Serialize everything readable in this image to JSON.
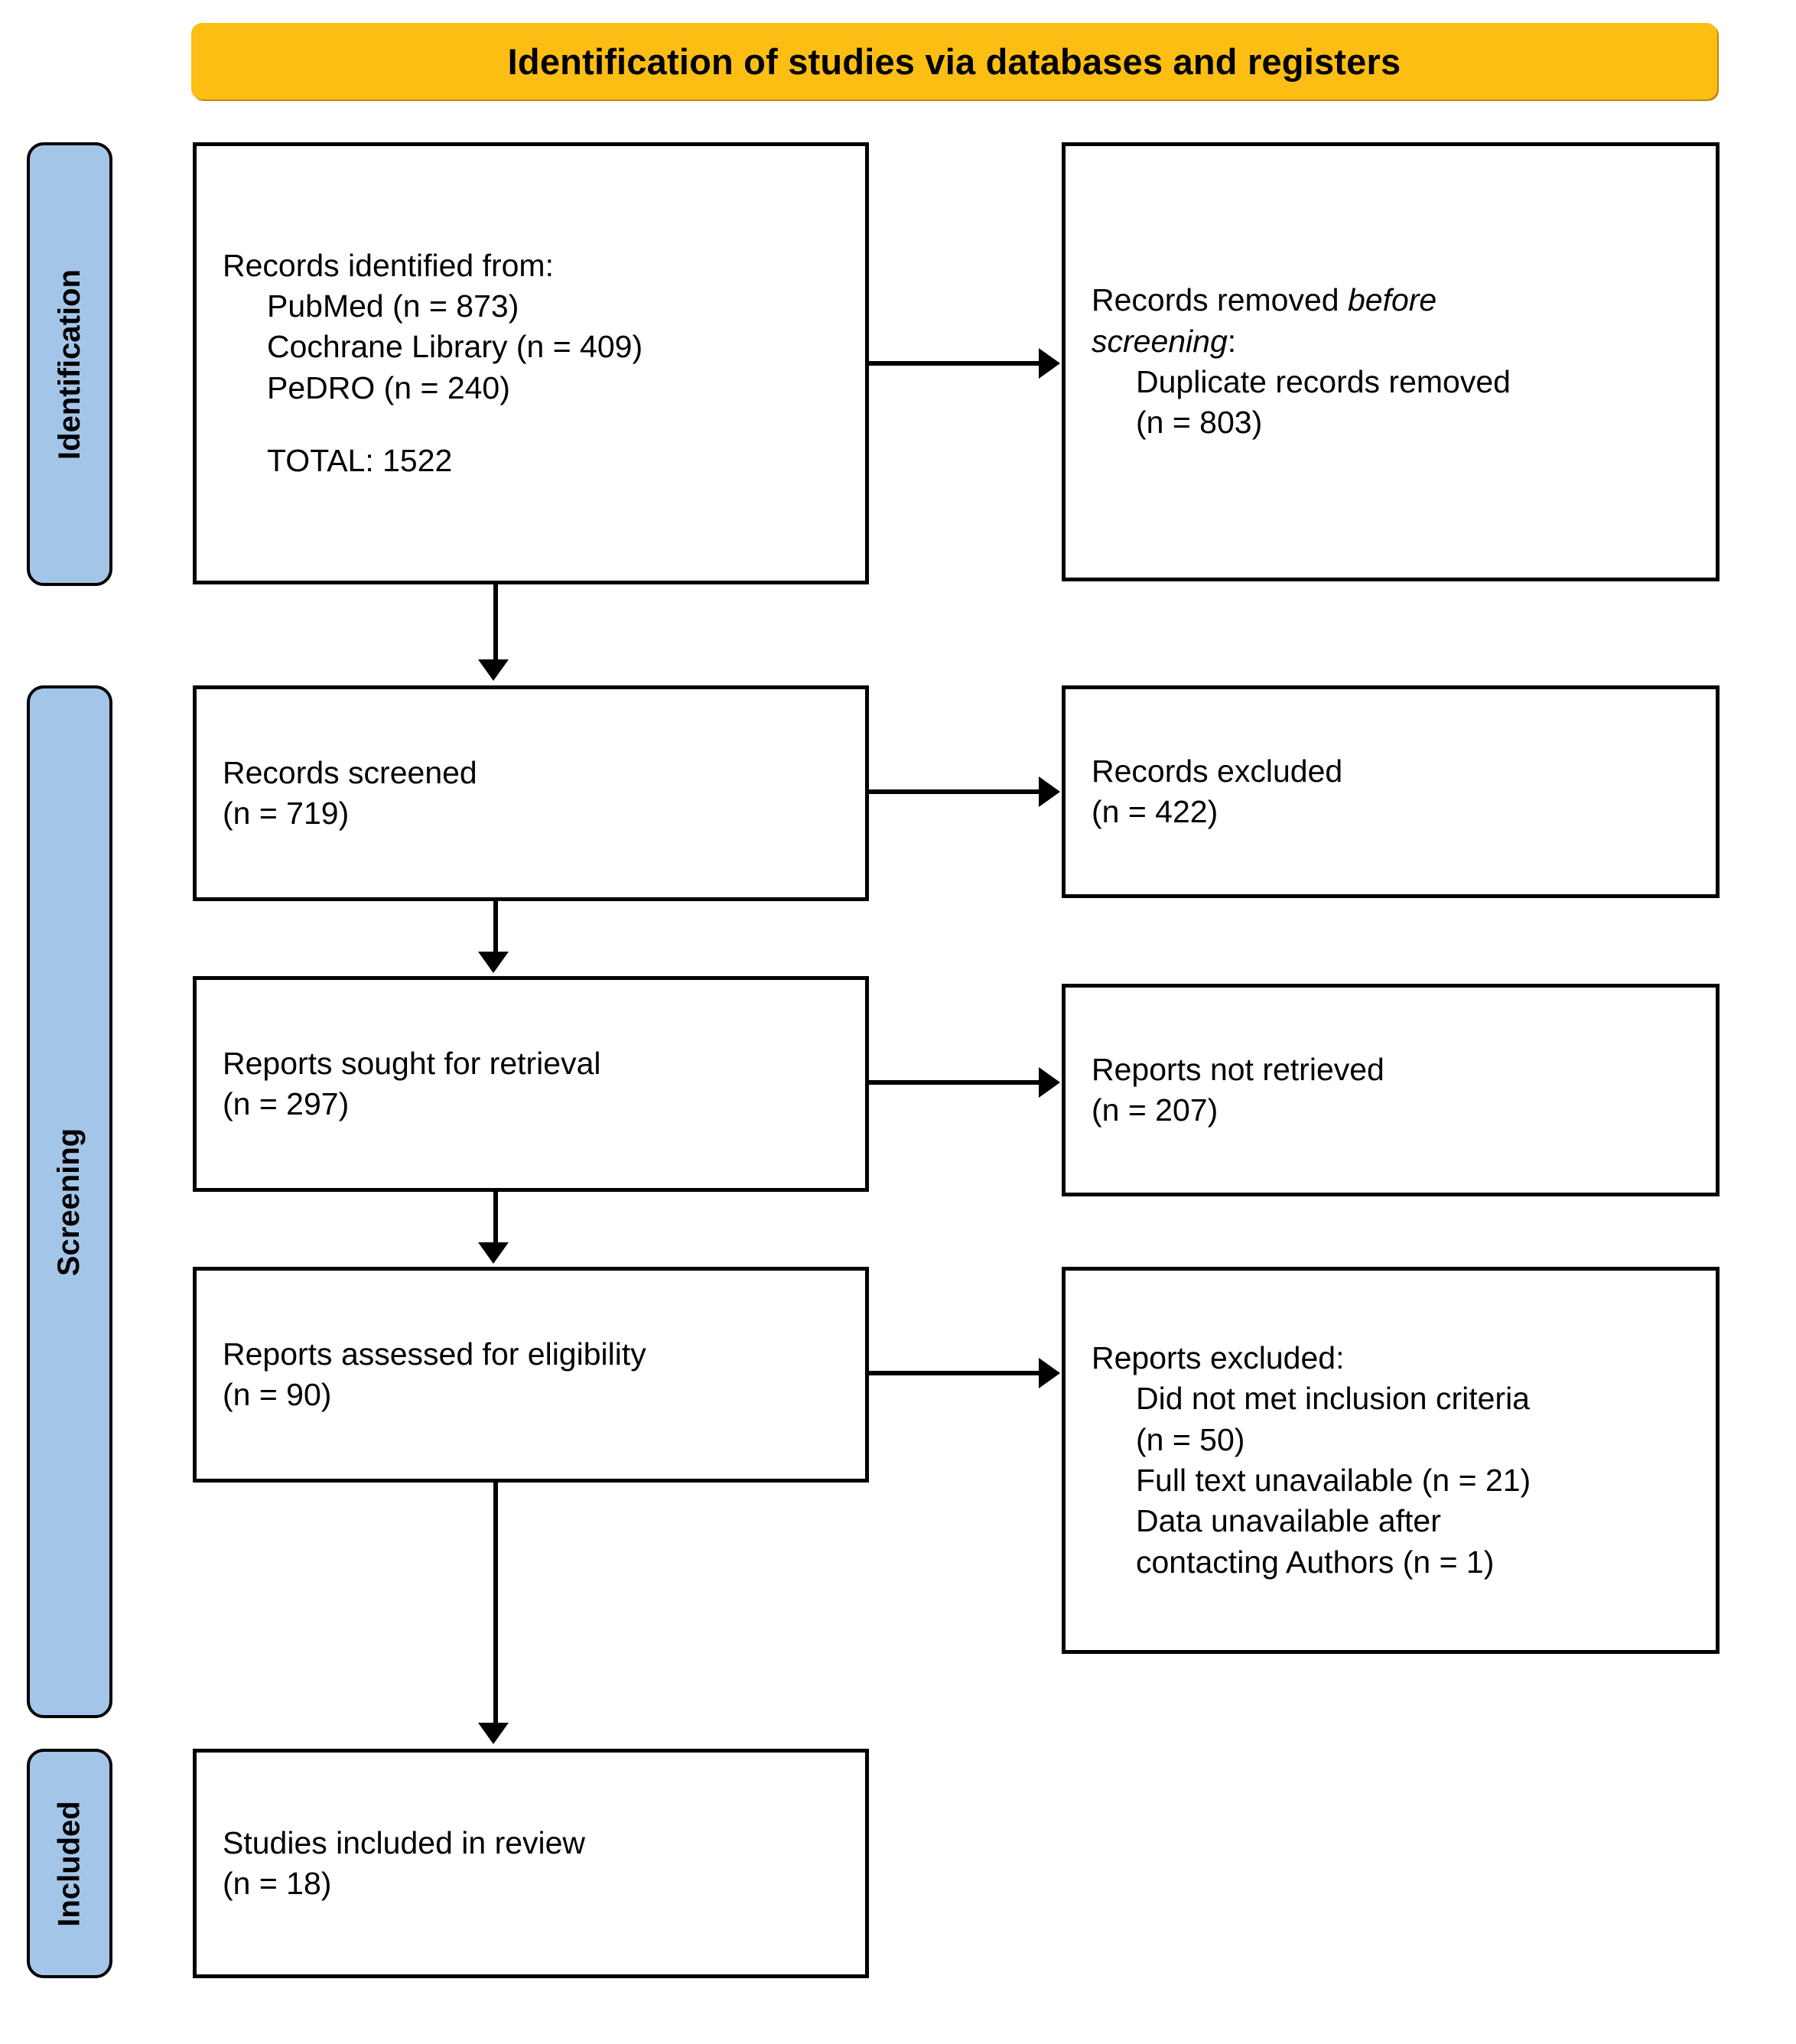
{
  "header": {
    "title": "Identification of studies via databases and registers"
  },
  "stages": [
    {
      "id": "identification",
      "label": "Identification"
    },
    {
      "id": "screening",
      "label": "Screening"
    },
    {
      "id": "included",
      "label": "Included"
    }
  ],
  "boxes": {
    "identified": {
      "l0": "Records identified from:",
      "l1": "PubMed (n = 873)",
      "l2": "Cochrane Library (n = 409)",
      "l3": "PeDRO (n = 240)",
      "l4": "TOTAL: 1522"
    },
    "removed": {
      "l0a": "Records removed ",
      "l0b": "before",
      "l1a": "screening",
      "l1b": ":",
      "l2": "Duplicate records removed",
      "l3": "(n = 803)"
    },
    "screened": {
      "l0": "Records screened",
      "l1": "(n = 719)"
    },
    "excluded_records": {
      "l0": "Records excluded",
      "l1": "(n = 422)"
    },
    "sought": {
      "l0": "Reports sought for retrieval",
      "l1": "(n = 297)"
    },
    "not_retrieved": {
      "l0": "Reports not retrieved",
      "l1": "(n = 207)"
    },
    "assessed": {
      "l0": "Reports assessed for eligibility",
      "l1": "(n = 90)"
    },
    "excluded_reports": {
      "l0": "Reports excluded:",
      "l1": "Did not met inclusion criteria",
      "l2": "(n = 50)",
      "l3": "Full text unavailable (n = 21)",
      "l4": "Data unavailable after",
      "l5": "contacting Authors (n = 1)"
    },
    "included": {
      "l0": "Studies included in review",
      "l1": "(n = 18)"
    }
  },
  "flow_data": {
    "type": "prisma-flow",
    "identified_total": 1522,
    "sources": [
      {
        "name": "PubMed",
        "n": 873
      },
      {
        "name": "Cochrane Library",
        "n": 409
      },
      {
        "name": "PeDRO",
        "n": 240
      }
    ],
    "duplicates_removed": 803,
    "records_screened": 719,
    "records_excluded": 422,
    "reports_sought": 297,
    "reports_not_retrieved": 207,
    "reports_assessed": 90,
    "reports_excluded": [
      {
        "reason": "Did not met inclusion criteria",
        "n": 50
      },
      {
        "reason": "Full text unavailable",
        "n": 21
      },
      {
        "reason": "Data unavailable after contacting Authors",
        "n": 1
      }
    ],
    "studies_included": 18
  },
  "colors": {
    "banner": "#FCBE12",
    "stage_bar": "#A3C6E8",
    "outline": "#000000",
    "page_background": "#FFFFFF"
  }
}
